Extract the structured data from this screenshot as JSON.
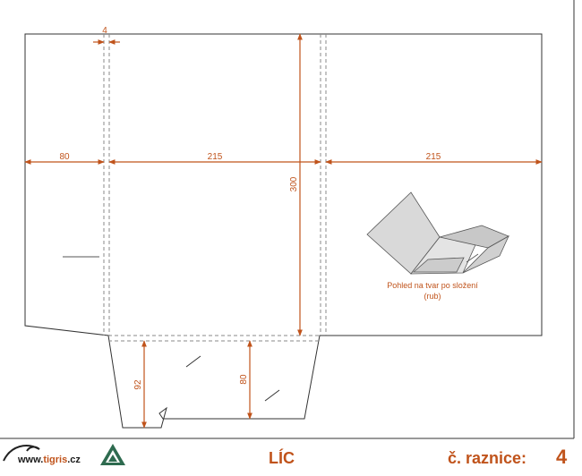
{
  "dimensions": {
    "slot_gap": "4",
    "left_flap_width": "80",
    "front_width": "215",
    "back_width": "215",
    "height": "300",
    "pocket_depth_left": "92",
    "pocket_depth_right": "80"
  },
  "inset": {
    "caption_line1": "Pohled na tvar po složení",
    "caption_line2": "(rub)"
  },
  "footer": {
    "logo_prefix": "www.",
    "logo_domain": "tigris",
    "logo_suffix": ".cz",
    "face_label": "LÍC",
    "die_label": "č. raznice:",
    "die_number": "4"
  },
  "colors": {
    "dimension": "#c0531b",
    "outline": "#333333",
    "fold_line": "#8a8a8a",
    "inset_fill": "#d9d9d9"
  }
}
